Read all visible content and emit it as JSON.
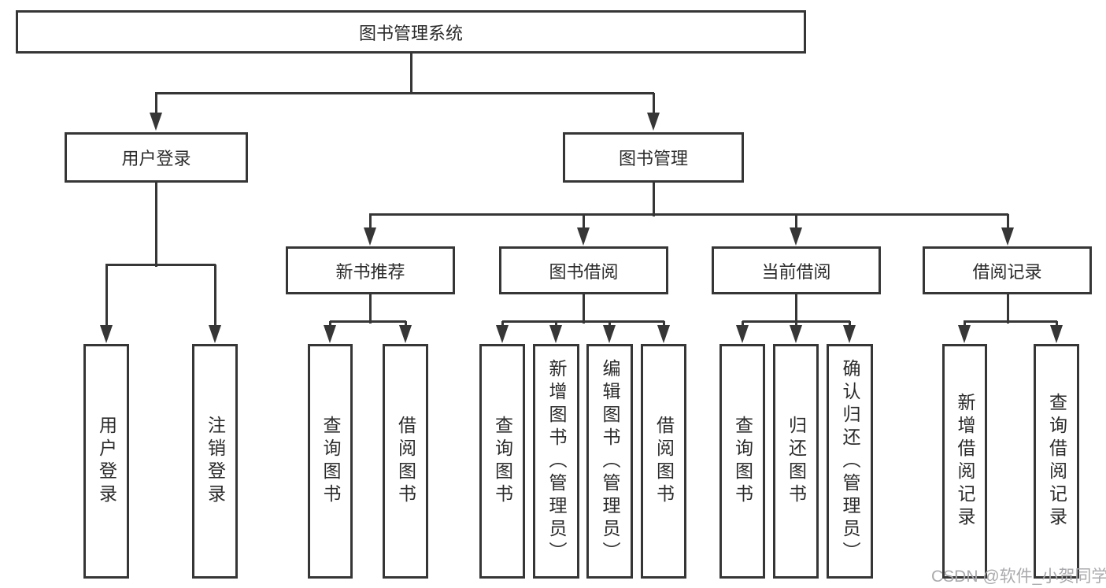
{
  "tree": {
    "label": "图书管理系统",
    "children": [
      {
        "label": "用户登录",
        "children": [
          {
            "label": "用户登录"
          },
          {
            "label": "注销登录"
          }
        ]
      },
      {
        "label": "图书管理",
        "children": [
          {
            "label": "新书推荐",
            "children": [
              {
                "label": "查询图书"
              },
              {
                "label": "借阅图书"
              }
            ]
          },
          {
            "label": "图书借阅",
            "children": [
              {
                "label": "查询图书"
              },
              {
                "label": "新增图书（管理员）"
              },
              {
                "label": "编辑图书（管理员）"
              },
              {
                "label": "借阅图书"
              }
            ]
          },
          {
            "label": "当前借阅",
            "children": [
              {
                "label": "查询图书"
              },
              {
                "label": "归还图书"
              },
              {
                "label": "确认归还（管理员）"
              }
            ]
          },
          {
            "label": "借阅记录",
            "children": [
              {
                "label": "新增借阅记录"
              },
              {
                "label": "查询借阅记录"
              }
            ]
          }
        ]
      }
    ]
  },
  "watermark": "CSDN @软件_小贺同学",
  "colors": {
    "line": "#363636",
    "text": "#2b2b2b",
    "watermark": "#aaaaae",
    "background": "#ffffff"
  }
}
